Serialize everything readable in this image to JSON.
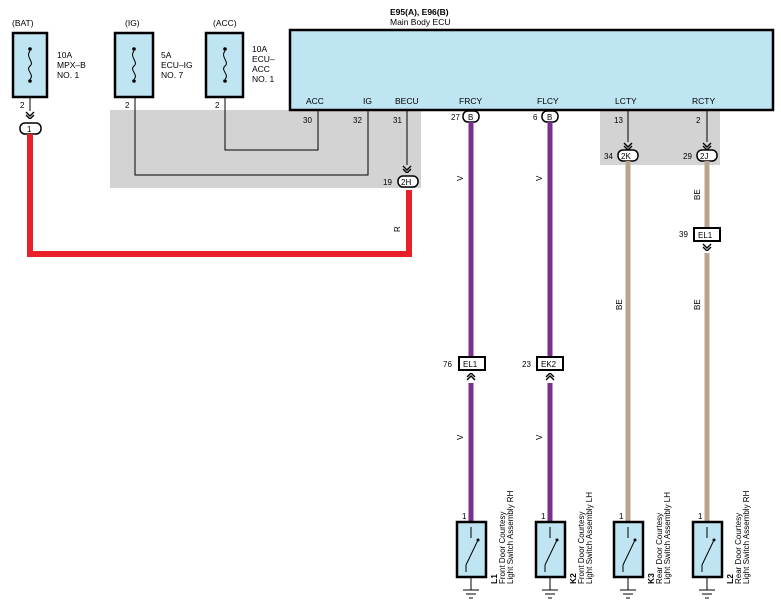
{
  "ecu": {
    "title": "E95(A), E96(B)",
    "name": "Main Body ECU",
    "color": "#bfe4f2",
    "pins": {
      "acc": {
        "label": "ACC",
        "num": "30"
      },
      "ig": {
        "label": "IG",
        "num": "32"
      },
      "becu": {
        "label": "BECU",
        "num": "31"
      },
      "frcy": {
        "label": "FRCY",
        "num": "27",
        "conn": "B"
      },
      "flcy": {
        "label": "FLCY",
        "num": "6",
        "conn": "B"
      },
      "lcty": {
        "label": "LCTY",
        "num": "13"
      },
      "rcty": {
        "label": "RCTY",
        "num": "2"
      }
    }
  },
  "sources": {
    "bat": {
      "label": "(BAT)",
      "fuse": [
        "10A",
        "MPX–B",
        "NO. 1"
      ],
      "pin": "2",
      "conn": "1"
    },
    "ig": {
      "label": "(IG)",
      "fuse": [
        "5A",
        "ECU–IG",
        "NO. 7"
      ],
      "pin": "2"
    },
    "acc": {
      "label": "(ACC)",
      "fuse": [
        "10A",
        "ECU–",
        "ACC",
        "NO. 1"
      ],
      "pin": "2"
    }
  },
  "junctions": {
    "j2h": {
      "num": "19",
      "label": "2H"
    },
    "j2k": {
      "num": "34",
      "label": "2K"
    },
    "j2j": {
      "num": "29",
      "label": "2J"
    }
  },
  "connectors": {
    "el1_front": {
      "num": "76",
      "label": "EL1"
    },
    "ek2": {
      "num": "23",
      "label": "EK2"
    },
    "el1_rear": {
      "num": "39",
      "label": "EL1"
    }
  },
  "wires": {
    "red": {
      "color": "#e8202a",
      "label": "R"
    },
    "violet": {
      "color": "#7b2f8e",
      "label": "V"
    },
    "beige": {
      "color": "#b8a48c",
      "label": "BE"
    }
  },
  "switches": [
    {
      "code": "L1",
      "name": [
        "Front Door Courtesy",
        "Light Switch Assembly RH"
      ],
      "pin": "1"
    },
    {
      "code": "K2",
      "name": [
        "Front Door Courtesy",
        "Light Switch Assembly LH"
      ],
      "pin": "1"
    },
    {
      "code": "K3",
      "name": [
        "Rear Door Courtesy",
        "Light Switch Assembly LH"
      ],
      "pin": "1"
    },
    {
      "code": "L2",
      "name": [
        "Rear Door Courtesy",
        "Light Switch Assembly RH"
      ],
      "pin": "1"
    }
  ],
  "colors": {
    "gray_zone": "#d3d3d3",
    "component_fill": "#bfe4f2"
  }
}
